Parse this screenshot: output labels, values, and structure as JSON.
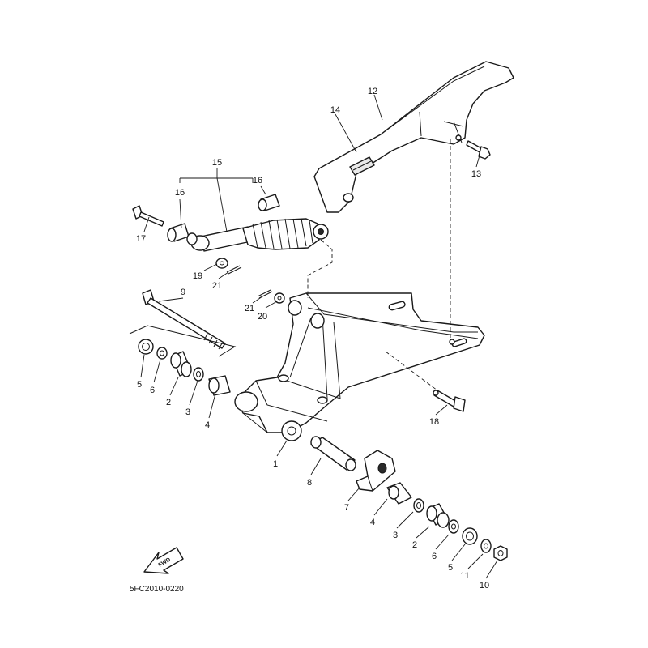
{
  "diagram": {
    "code": "5FC2010-0220",
    "fwd_label": "FWD",
    "callouts": {
      "c1": "1",
      "c2a": "2",
      "c2b": "2",
      "c3a": "3",
      "c3b": "3",
      "c4a": "4",
      "c4b": "4",
      "c5a": "5",
      "c5b": "5",
      "c6a": "6",
      "c6b": "6",
      "c7": "7",
      "c8": "8",
      "c9": "9",
      "c10": "10",
      "c11": "11",
      "c12": "12",
      "c13": "13",
      "c14": "14",
      "c15": "15",
      "c16a": "16",
      "c16b": "16",
      "c17": "17",
      "c18": "18",
      "c19": "19",
      "c20": "20",
      "c21a": "21",
      "c21b": "21"
    }
  }
}
